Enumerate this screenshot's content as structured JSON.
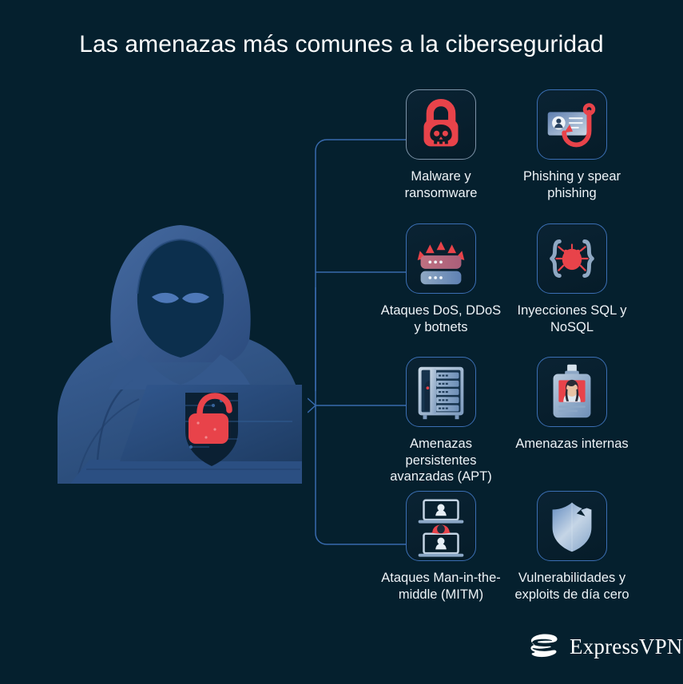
{
  "title": "Las amenazas más comunes a la ciberseguridad",
  "background_color": "#05202e",
  "accent_red": "#e8434a",
  "accent_blue": "#3b6fb4",
  "card_border_color": "#7d93a8",
  "text_color": "#eef3f7",
  "illustration": {
    "name": "hooded-hacker-at-laptop",
    "hood_color": "#3d63a0",
    "face_color": "#0c2f4d",
    "eye_color": "#4a74b4",
    "laptop_color": "#2e558e",
    "shield_color": "#0b2033",
    "padlock_color": "#e8434a"
  },
  "threats": [
    {
      "id": "malware",
      "icon": "padlock-skull-icon",
      "label": "Malware y ransomware",
      "label_lines": [
        "Malware y",
        "ransomware"
      ],
      "color": "#e8434a"
    },
    {
      "id": "phishing",
      "icon": "id-card-fish-hook-icon",
      "label": "Phishing y spear phishing",
      "label_lines": [
        "Phishing y",
        "spear phishing"
      ],
      "color": "#e8434a"
    },
    {
      "id": "dos",
      "icon": "server-attack-arrows-icon",
      "label": "Ataques DoS, DDoS y botnets",
      "label_lines": [
        "Ataques DoS,",
        "DDoS y",
        "botnets"
      ],
      "color": "#e8434a"
    },
    {
      "id": "sql-injection",
      "icon": "code-braces-bug-icon",
      "label": "Inyecciones SQL y NoSQL",
      "label_lines": [
        "Inyecciones",
        "SQL y",
        "NoSQL"
      ],
      "color": "#e8434a"
    },
    {
      "id": "apt",
      "icon": "server-rack-intruder-icon",
      "label": "Amenazas persistentes avanzadas (APT)",
      "label_lines": [
        "Amenazas",
        "persistentes",
        "avanzadas (APT)"
      ],
      "color": "#8fb4d8"
    },
    {
      "id": "insider",
      "icon": "employee-id-badge-icon",
      "label": "Amenazas internas",
      "label_lines": [
        "Amenazas",
        "internas"
      ],
      "color": "#e8434a"
    },
    {
      "id": "mitm",
      "icon": "two-laptops-interceptor-icon",
      "label": "Ataques Man-in-the-middle (MITM)",
      "label_lines": [
        "Ataques Man-in-",
        "the-middle (MITM)"
      ],
      "color": "#e8434a"
    },
    {
      "id": "zero-day",
      "icon": "broken-shield-icon",
      "label": "Vulnerabilidades y exploits de día cero",
      "label_lines": [
        "Vulnerabilida",
        "des y exploits",
        "de día cero"
      ],
      "color": "#8fb4d8"
    }
  ],
  "brand": {
    "logo_icon": "expressvpn-e-mark-icon",
    "name": "ExpressVPN"
  }
}
